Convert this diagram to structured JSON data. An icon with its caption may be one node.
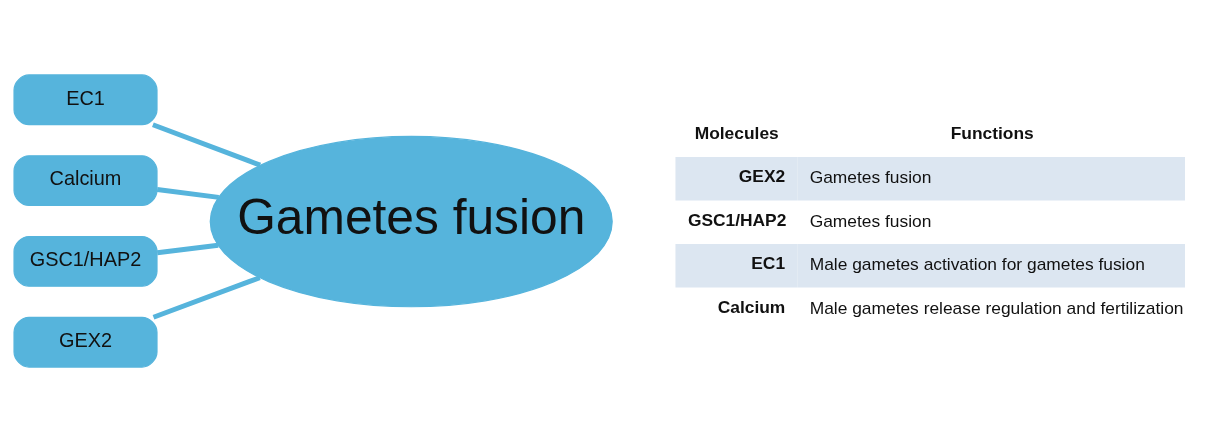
{
  "diagram": {
    "nodes": [
      {
        "text": [
          "Gametes fusion"
        ]
      },
      {
        "text": [
          "EC1"
        ]
      },
      {
        "text": [
          "Calcium"
        ]
      },
      {
        "text": [
          "GSC1/HAP2"
        ]
      },
      {
        "text": [
          "GEX2"
        ]
      }
    ],
    "edges": [
      {
        "from": 0,
        "to": 1,
        "arrow": "none"
      },
      {
        "from": 0,
        "to": 2,
        "arrow": "none"
      },
      {
        "from": 0,
        "to": 3,
        "arrow": "none"
      },
      {
        "from": 0,
        "to": 4,
        "arrow": "none"
      }
    ],
    "labels": [
      "Molecules",
      "Functions",
      "GEX2",
      "Gametes fusion",
      "GSC1/HAP2",
      "Gametes fusion",
      "EC1",
      "Male gametes activation for gametes fusion",
      "Calcium",
      "Male gametes release regulation and fertilization"
    ]
  }
}
